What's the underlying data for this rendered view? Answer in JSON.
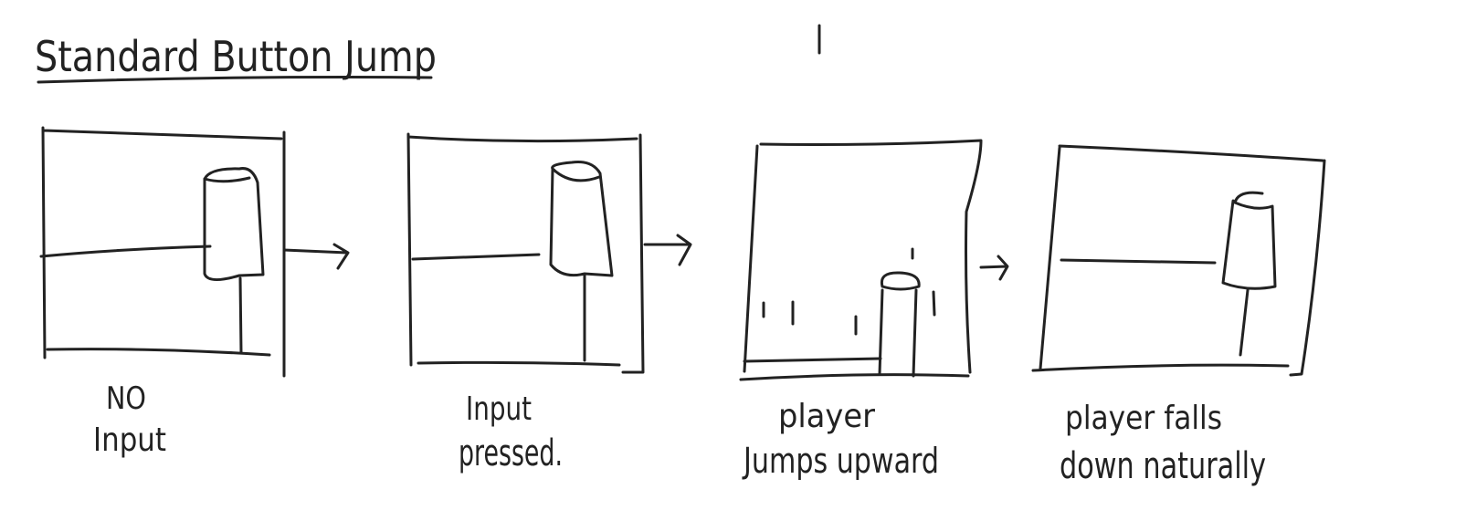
{
  "title": "Standard Button Jump",
  "panels": [
    {
      "caption_lines": [
        "NO",
        "Input"
      ]
    },
    {
      "caption_lines": [
        "Input",
        "pressed."
      ]
    },
    {
      "caption_lines": [
        "player",
        "Jumps upward"
      ]
    },
    {
      "caption_lines": [
        "player falls",
        "down naturally"
      ]
    }
  ]
}
